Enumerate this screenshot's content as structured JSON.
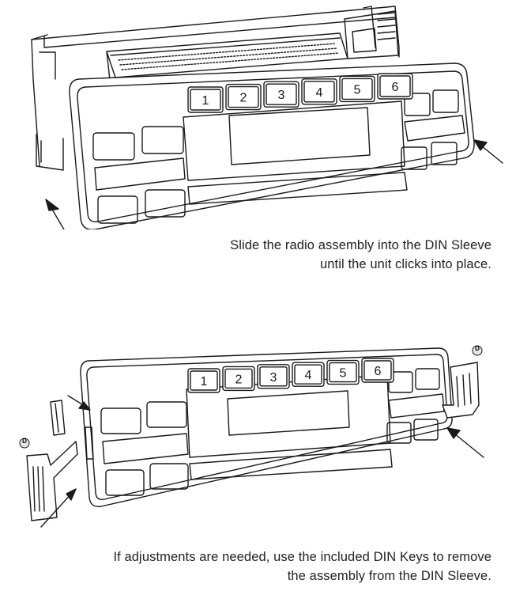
{
  "figure1": {
    "preset_buttons": [
      "1",
      "2",
      "3",
      "4",
      "5",
      "6"
    ],
    "caption_lines": [
      "Slide the radio assembly into the DIN Sleeve",
      "until the unit clicks into place."
    ]
  },
  "figure2": {
    "preset_buttons": [
      "1",
      "2",
      "3",
      "4",
      "5",
      "6"
    ],
    "key_label_left": "D",
    "key_label_right": "D",
    "caption_lines": [
      "If adjustments are needed, use the included DIN Keys to remove",
      "the assembly from the DIN Sleeve."
    ]
  },
  "colors": {
    "line": "#1a1a1a",
    "text": "#222222",
    "background": "#ffffff"
  }
}
